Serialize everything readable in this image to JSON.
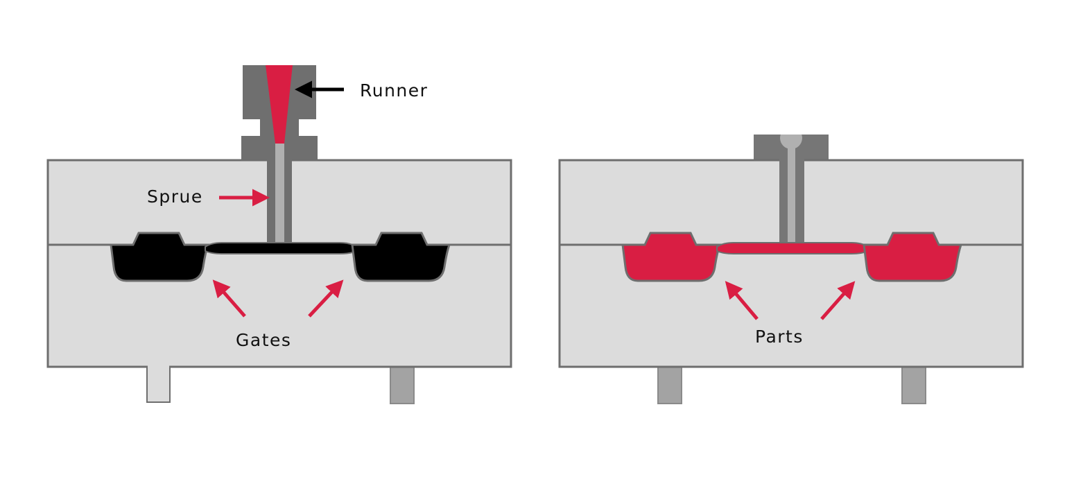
{
  "colors": {
    "mold_fill": "#dcdcdc",
    "mold_stroke": "#6e6e6e",
    "nozzle": "#6f6f6f",
    "sprue_channel": "#b0b0b0",
    "ejector_pin": "#a3a3a3",
    "accent_red": "#d91e43",
    "cavity_empty": "#000000",
    "text": "#111111"
  },
  "left_diagram": {
    "state": "empty mold (black cavities)",
    "labels": {
      "runner": "Runner",
      "sprue": "Sprue",
      "gates": "Gates"
    },
    "arrows": [
      {
        "label_ref": "runner",
        "color": "black",
        "direction": "left"
      },
      {
        "label_ref": "sprue",
        "color": "red",
        "direction": "right"
      },
      {
        "label_ref": "gates",
        "color": "red",
        "direction": "up-left"
      },
      {
        "label_ref": "gates",
        "color": "red",
        "direction": "up-right"
      }
    ]
  },
  "right_diagram": {
    "state": "filled mold (red parts)",
    "labels": {
      "parts": "Parts"
    },
    "arrows": [
      {
        "label_ref": "parts",
        "color": "red",
        "direction": "up-left"
      },
      {
        "label_ref": "parts",
        "color": "red",
        "direction": "up-right"
      }
    ]
  }
}
